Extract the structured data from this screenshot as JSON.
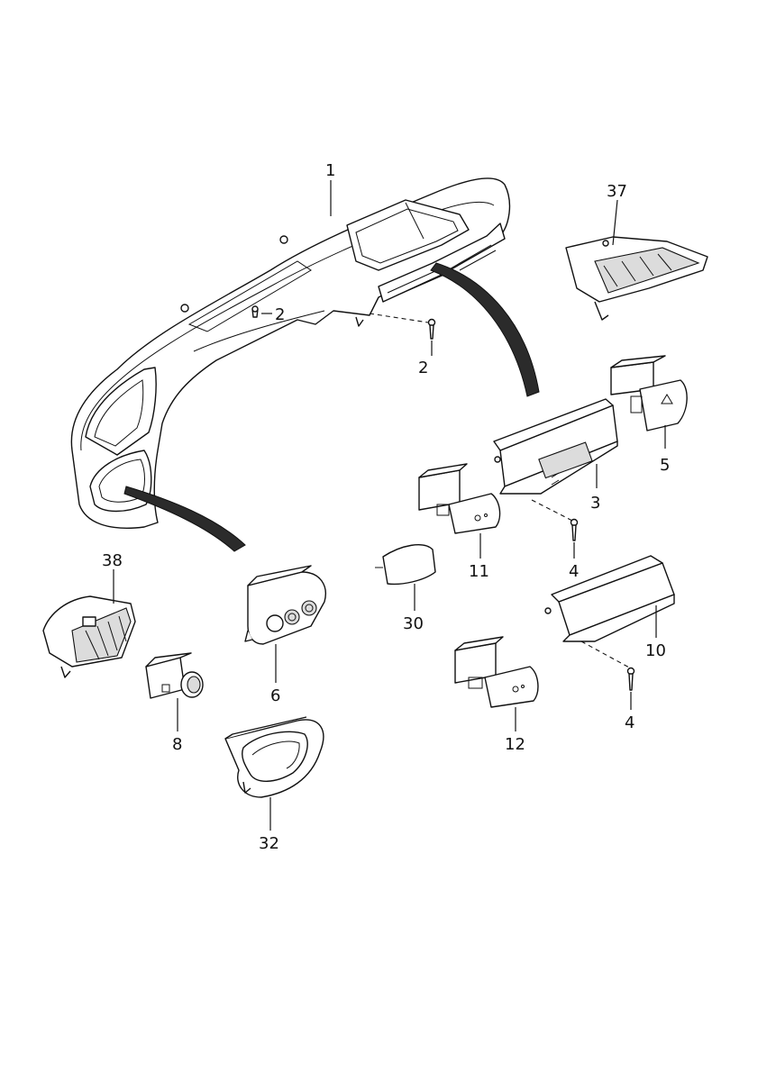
{
  "callouts": {
    "c1": "1",
    "c2a": "2",
    "c2b": "2",
    "c3": "3",
    "c4a": "4",
    "c4b": "4",
    "c5": "5",
    "c6": "6",
    "c8": "8",
    "c10": "10",
    "c11": "11",
    "c12": "12",
    "c30": "30",
    "c32": "32",
    "c37": "37",
    "c38": "38"
  },
  "colors": {
    "line": "#111111",
    "background": "#ffffff",
    "shading": "#dcdcdc"
  }
}
